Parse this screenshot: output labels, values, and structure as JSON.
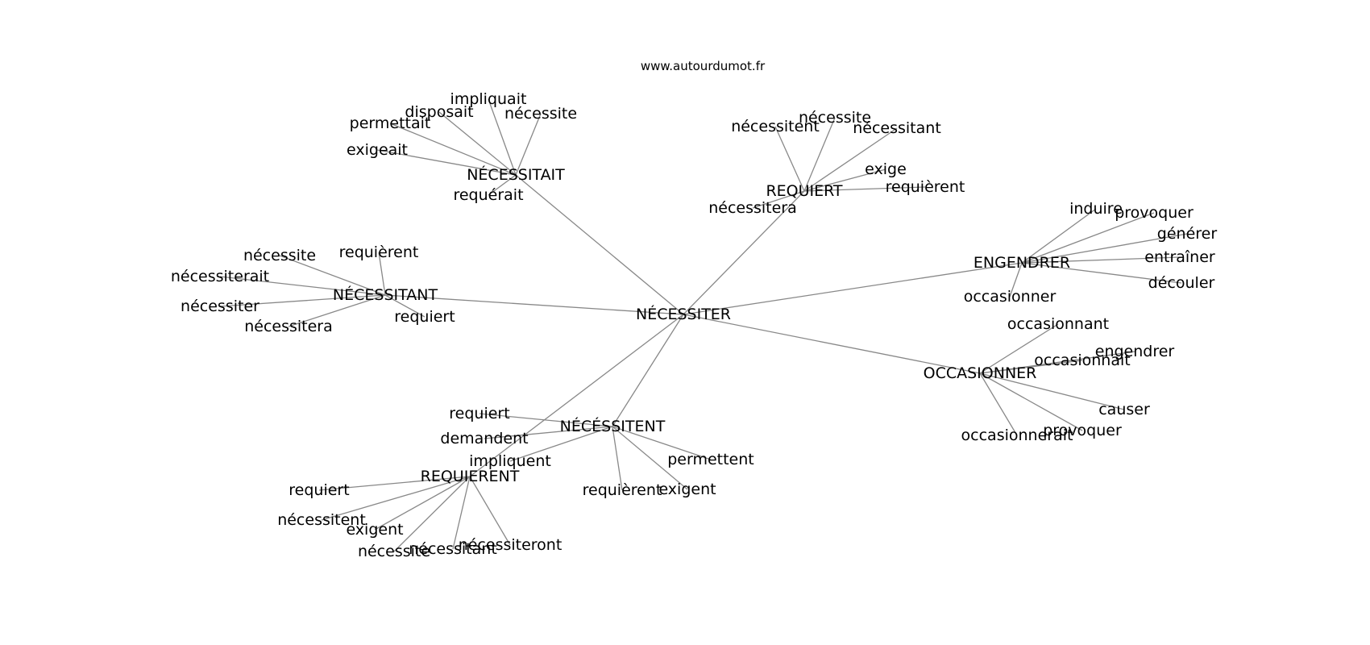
{
  "source": "www.autourdumot.fr",
  "colors": {
    "edge": "#888888",
    "text": "#000000",
    "background": "#ffffff"
  },
  "center": "NÉCESSITER",
  "groups": [
    {
      "hub": "NÉCESSITAIT",
      "leaves": [
        "impliquait",
        "disposait",
        "nécessite",
        "permettait",
        "exigeait",
        "requérait"
      ]
    },
    {
      "hub": "REQUIERT",
      "leaves": [
        "nécessite",
        "nécessitent",
        "nécessitant",
        "exige",
        "requièrent",
        "nécessitera"
      ]
    },
    {
      "hub": "ENGENDRER",
      "leaves": [
        "induire",
        "provoquer",
        "générer",
        "entraîner",
        "découler",
        "occasionner"
      ]
    },
    {
      "hub": "OCCASIONNER",
      "leaves": [
        "occasionnant",
        "engendrer",
        "occasionnait",
        "causer",
        "provoquer",
        "occasionnerait"
      ]
    },
    {
      "hub": "NÉCESSITANT",
      "leaves": [
        "nécessite",
        "requièrent",
        "nécessiterait",
        "nécessiter",
        "nécessitera",
        "requiert"
      ]
    },
    {
      "hub": "NÉCÉSSITENT",
      "leaves": [
        "requiert",
        "demandent",
        "impliquent",
        "permettent",
        "requièrent",
        "exigent"
      ]
    },
    {
      "hub": "REQUIERENT",
      "leaves": [
        "requiert",
        "nécessitent",
        "exigent",
        "nécessite",
        "nécessitant",
        "nécessiteront"
      ]
    }
  ]
}
